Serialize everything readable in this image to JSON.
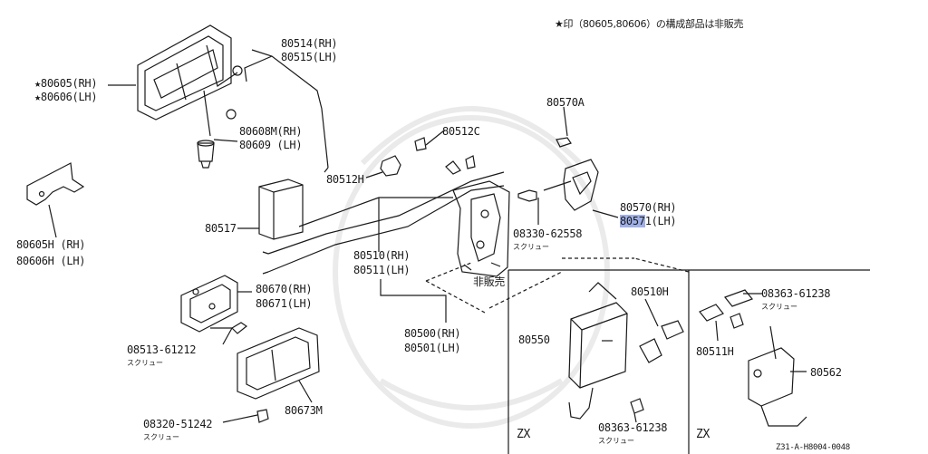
{
  "note": "★印（80605,80606）の構成部品は非販売",
  "labels": {
    "p80605": "★80605(RH)",
    "p80606": "★80606(LH)",
    "p80514": "80514(RH)",
    "p80515": "80515(LH)",
    "p80608m": "80608M(RH)",
    "p80609": "80609 (LH)",
    "p80512c": "80512C",
    "p80570a": "80570A",
    "p80512h": "80512H",
    "p80605h": "80605H (RH)",
    "p80606h": "80606H (LH)",
    "p80517": "80517",
    "p80570": "80570(RH)",
    "p80571_a": "8057",
    "p80571_b": "1(LH)",
    "p08330": "08330-62558",
    "p08330_sub": "スクリュー",
    "p80510": "80510(RH)",
    "p80511": "80511(LH)",
    "hihanbai": "非販売",
    "p80670": "80670(RH)",
    "p80671": "80671(LH)",
    "p80510h": "80510H",
    "p08363a": "08363-61238",
    "p08363a_sub": "スクリュー",
    "p08513": "08513-61212",
    "p08513_sub": "スクリュー",
    "p80500": "80500(RH)",
    "p80501": "80501(LH)",
    "p80550": "80550",
    "p80511h": "80511H",
    "p80562": "80562",
    "p80673m": "80673M",
    "p08320": "08320-51242",
    "p08320_sub": "スクリュー",
    "p08363b": "08363-61238",
    "p08363b_sub": "スクリュー",
    "zx1": "ZX",
    "zx2": "ZX",
    "ref": "Z31-A-H8004-0048"
  }
}
